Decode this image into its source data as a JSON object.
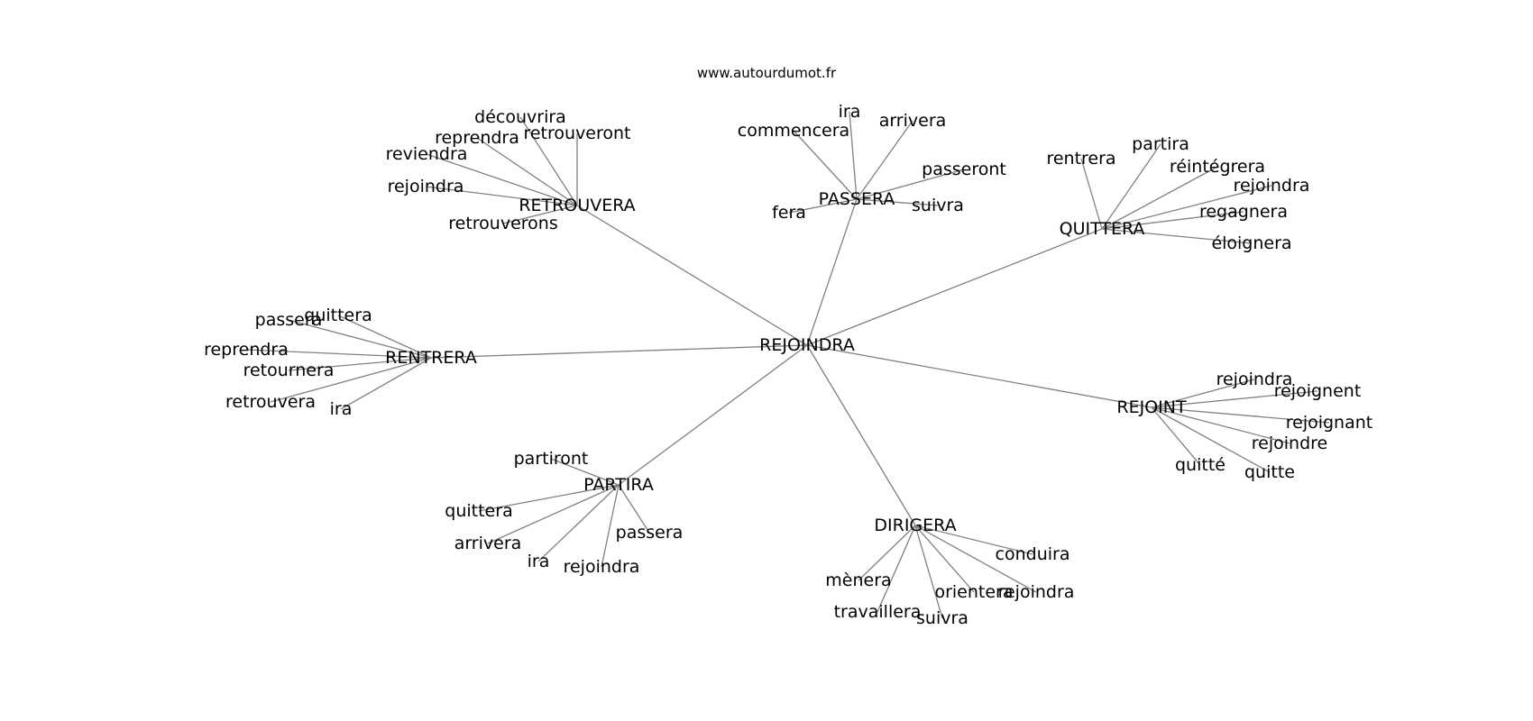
{
  "header": {
    "site": "www.autourdumot.fr"
  },
  "graph": {
    "center": "REJOINDRA",
    "hubs": [
      {
        "label": "RETROUVERA",
        "leaves": [
          "découvrira",
          "retrouveront",
          "reprendra",
          "reviendra",
          "rejoindra",
          "retrouverons"
        ]
      },
      {
        "label": "PASSERA",
        "leaves": [
          "ira",
          "arrivera",
          "commencera",
          "passeront",
          "suivra",
          "fera"
        ]
      },
      {
        "label": "QUITTERA",
        "leaves": [
          "partira",
          "rentrera",
          "réintégrera",
          "rejoindra",
          "regagnera",
          "éloignera"
        ]
      },
      {
        "label": "RENTRERA",
        "leaves": [
          "quittera",
          "passera",
          "reprendra",
          "retournera",
          "retrouvera",
          "ira"
        ]
      },
      {
        "label": "REJOINT",
        "leaves": [
          "rejoindra",
          "rejoignent",
          "rejoignant",
          "rejoindre",
          "quitte",
          "quitté"
        ]
      },
      {
        "label": "PARTIRA",
        "leaves": [
          "partiront",
          "quittera",
          "arrivera",
          "ira",
          "rejoindra",
          "passera"
        ]
      },
      {
        "label": "DIRIGERA",
        "leaves": [
          "conduira",
          "rejoindra",
          "orientera",
          "suivra",
          "travaillera",
          "mènera"
        ]
      }
    ]
  }
}
